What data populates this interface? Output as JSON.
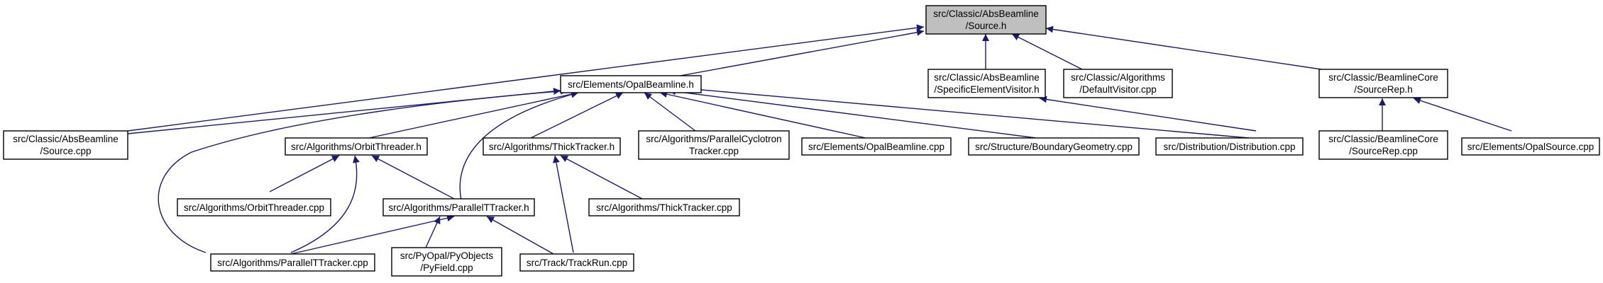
{
  "nodes": {
    "source_h": [
      "src/Classic/AbsBeamline",
      "/Source.h"
    ],
    "opalbeamline_h": [
      "src/Elements/OpalBeamline.h"
    ],
    "specificelementvisitor_h": [
      "src/Classic/AbsBeamline",
      "/SpecificElementVisitor.h"
    ],
    "defaultvisitor_cpp": [
      "src/Classic/Algorithms",
      "/DefaultVisitor.cpp"
    ],
    "sourcerep_h": [
      "src/Classic/BeamlineCore",
      "/SourceRep.h"
    ],
    "source_cpp": [
      "src/Classic/AbsBeamline",
      "/Source.cpp"
    ],
    "orbitthreader_h": [
      "src/Algorithms/OrbitThreader.h"
    ],
    "thicktracker_h": [
      "src/Algorithms/ThickTracker.h"
    ],
    "parallelcyclotrontracker_cpp": [
      "src/Algorithms/ParallelCyclotron",
      "Tracker.cpp"
    ],
    "opalbeamline_cpp": [
      "src/Elements/OpalBeamline.cpp"
    ],
    "boundarygeometry_cpp": [
      "src/Structure/BoundaryGeometry.cpp"
    ],
    "distribution_cpp": [
      "src/Distribution/Distribution.cpp"
    ],
    "sourcerep_cpp": [
      "src/Classic/BeamlineCore",
      "/SourceRep.cpp"
    ],
    "opalsource_cpp": [
      "src/Elements/OpalSource.cpp"
    ],
    "orbitthreader_cpp": [
      "src/Algorithms/OrbitThreader.cpp"
    ],
    "paralleltracker_h": [
      "src/Algorithms/ParallelTTracker.h"
    ],
    "thicktracker_cpp": [
      "src/Algorithms/ThickTracker.cpp"
    ],
    "paralleltracker_cpp": [
      "src/Algorithms/ParallelTTracker.cpp"
    ],
    "pyfield_cpp": [
      "src/PyOpal/PyObjects",
      "/PyField.cpp"
    ],
    "trackrun_cpp": [
      "src/Track/TrackRun.cpp"
    ]
  },
  "colors": {
    "edge": "#191970",
    "root_fill": "#bfbfbf",
    "node_fill": "#ffffff",
    "node_border": "#000000"
  }
}
